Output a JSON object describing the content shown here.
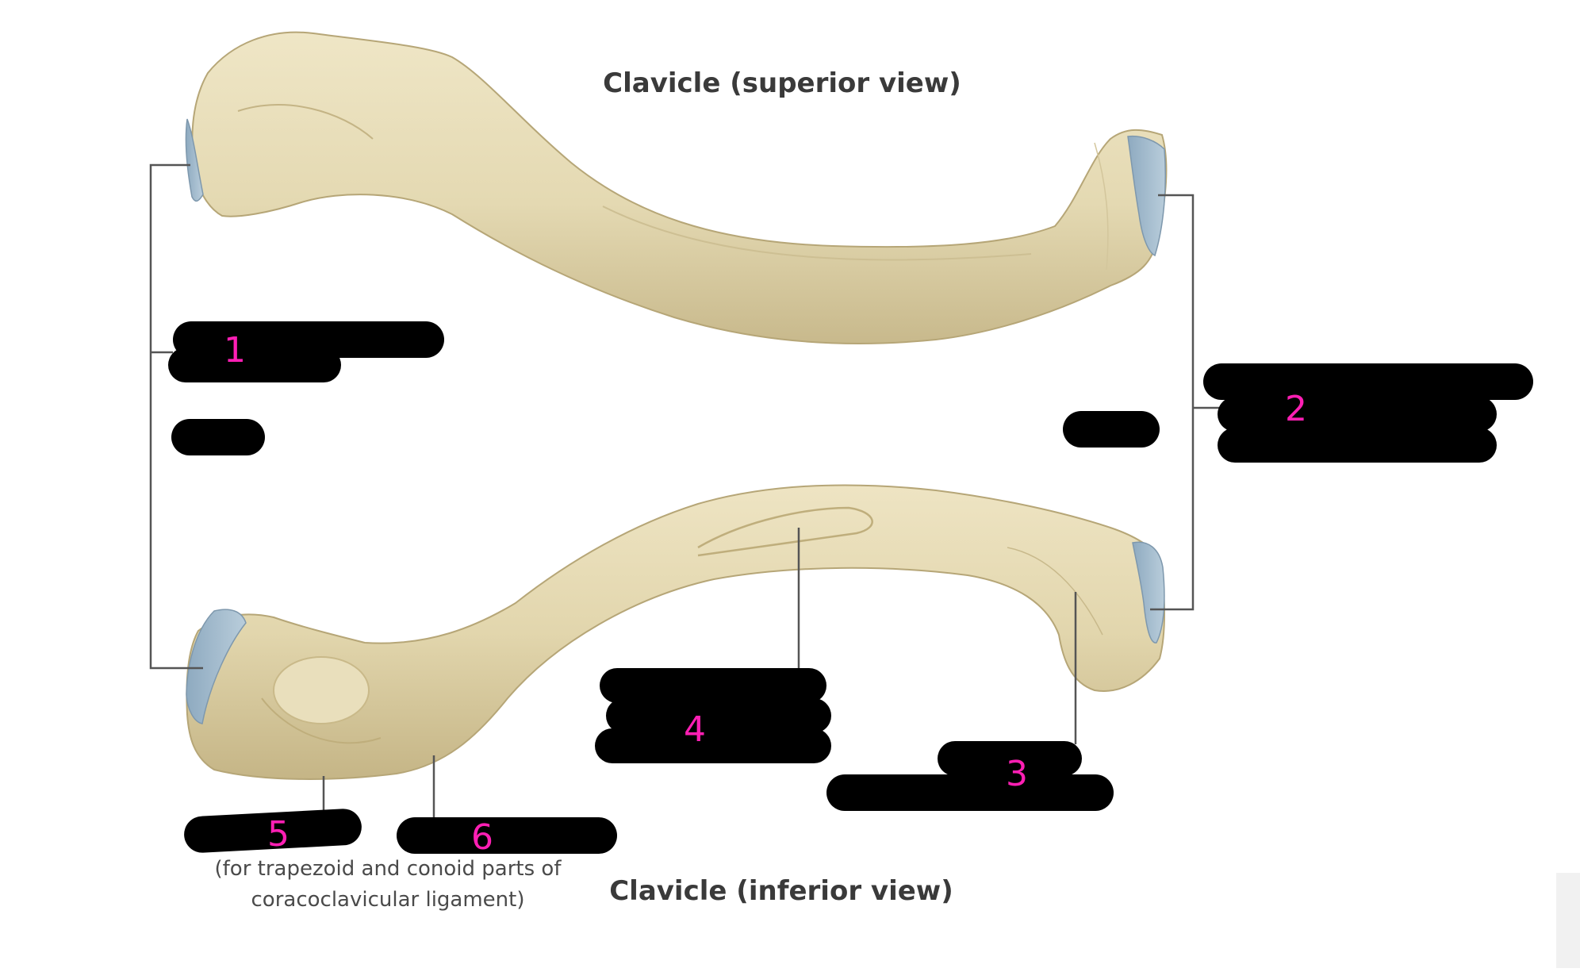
{
  "titles": {
    "superior": "Clavicle (superior view)",
    "inferior": "Clavicle (inferior view)"
  },
  "caption": {
    "line1": "(for trapezoid and conoid parts of",
    "line2": "coracoclavicular ligament)"
  },
  "markers": {
    "m1": "1",
    "m2": "2",
    "m3": "3",
    "m4": "4",
    "m5": "5",
    "m6": "6"
  },
  "colors": {
    "bone": "#e6dcb8",
    "bone_shadow": "#c9bb8f",
    "articular": "#9fb8cc",
    "marker": "#ff1fb4",
    "redaction": "#000000"
  }
}
